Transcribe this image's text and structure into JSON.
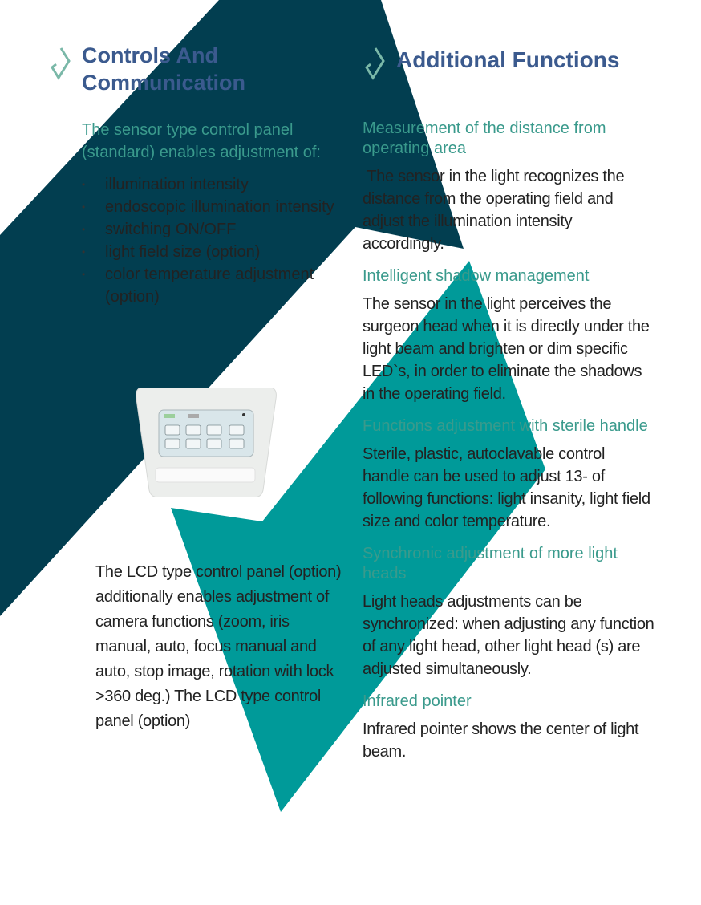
{
  "colors": {
    "navy": "#023e50",
    "teal": "#009a99",
    "heading": "#3b5a8e",
    "subheading": "#3a9a8c"
  },
  "left": {
    "title": "Controls And Communication",
    "intro": "The sensor type control panel (standard) enables adjustment of:",
    "bullets": [
      "illumination  intensity",
      "endoscopic  illumination intensity",
      "switching  ON/OFF",
      "light field size (option)",
      "color temperature adjustment (option)"
    ],
    "lcd_text": "The LCD type control panel (option) additionally enables adjustment of camera functions (zoom, iris manual, auto, focus manual and auto, stop image, rotation with lock >360 deg.) The LCD type control panel (option)"
  },
  "right": {
    "title": "Additional Functions",
    "sections": [
      {
        "heading": "Measurement of the distance from operating area",
        "text": " The sensor in the light recognizes the distance from the operating field and adjust the illumination intensity accordingly."
      },
      {
        "heading": "Intelligent shadow management",
        "text": "The sensor in the light perceives the surgeon head when it is directly under the light beam and brighten or dim specific LED`s, in order to eliminate the shadows in the operating field."
      },
      {
        "heading": "Functions adjustment with sterile handle",
        "text": "Sterile, plastic, autoclavable control handle can be used to adjust 13- of following functions: light insanity, light field size and color temperature."
      },
      {
        "heading": "Synchronic adjustment of more light heads",
        "text": "Light heads adjustments can be synchronized: when adjusting any function of any light head, other light head (s) are adjusted simultaneously."
      },
      {
        "heading": "Infrared pointer",
        "text": "Infrared pointer shows the center of light beam."
      }
    ]
  }
}
